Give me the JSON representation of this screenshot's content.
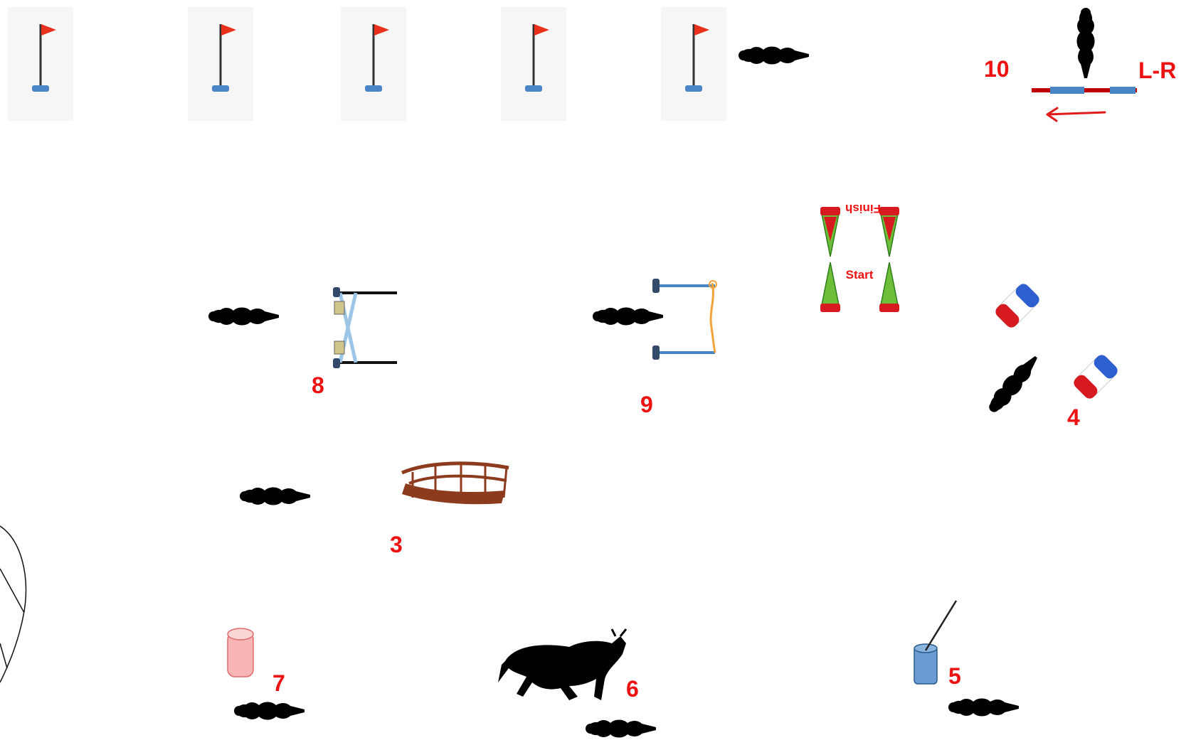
{
  "diagram": {
    "numbers": {
      "n10": "10",
      "n8": "8",
      "n9": "9",
      "n4": "4",
      "n3": "3",
      "n7": "7",
      "n6": "6",
      "n5": "5"
    },
    "lr_label": "L-R",
    "start_label": "Start",
    "finish_label": "Finish",
    "colors": {
      "label_red": "#ee1111",
      "flag_red": "#e8301b",
      "flag_base_blue": "#4a86c5",
      "silhouette": "#000000",
      "pole_blue": "#4a86c5",
      "pole_red": "#c00000",
      "cone_green": "#6dbf3a",
      "cone_red": "#d71920",
      "bridge_brown": "#8c3b1d",
      "barrel_blue": "#2d5fd1",
      "bucket_blue": "#6a9bd1",
      "bucket_pink": "#f7b5b5"
    },
    "icons": [
      "flag-icon",
      "horse-icon",
      "bull-icon",
      "bridge-icon",
      "barrel-icon",
      "cone-icon",
      "gate-icon",
      "bucket-icon"
    ]
  }
}
